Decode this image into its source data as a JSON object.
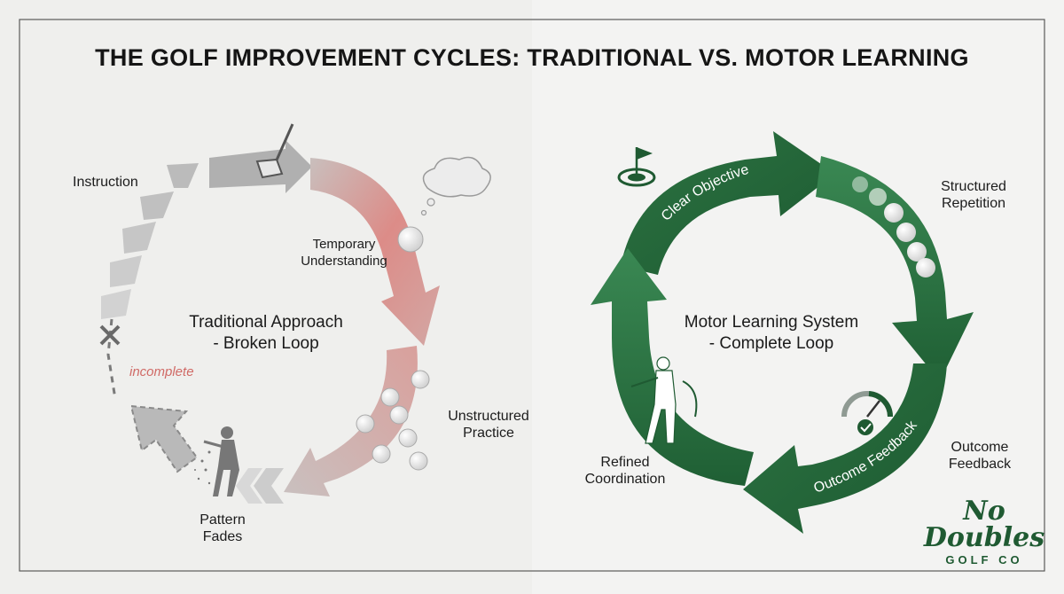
{
  "title": "THE GOLF IMPROVEMENT CYCLES: TRADITIONAL VS. MOTOR LEARNING",
  "left_cycle": {
    "center_line1": "Traditional Approach",
    "center_line2": "- Broken Loop",
    "instruction": "Instruction",
    "temporary_line1": "Temporary",
    "temporary_line2": "Understanding",
    "unstructured_line1": "Unstructured",
    "unstructured_line2": "Practice",
    "fades_line1": "Pattern",
    "fades_line2": "Fades",
    "incomplete": "incomplete"
  },
  "right_cycle": {
    "center_line1": "Motor Learning System",
    "center_line2": "- Complete Loop",
    "clear_objective": "Clear Objective",
    "outcome_feedback_arc": "Outcome Feedback",
    "structured_line1": "Structured",
    "structured_line2": "Repetition",
    "feedback_line1": "Outcome",
    "feedback_line2": "Feedback",
    "refined_line1": "Refined",
    "refined_line2": "Coordination"
  },
  "logo": {
    "line1": "No",
    "line2": "Doubles",
    "line3": "GOLF CO"
  },
  "colors": {
    "green_dark": "#1f5a32",
    "green_mid": "#2f7a45",
    "red_arrow": "#d98a87",
    "gray_arrow": "#a8a8a8"
  }
}
